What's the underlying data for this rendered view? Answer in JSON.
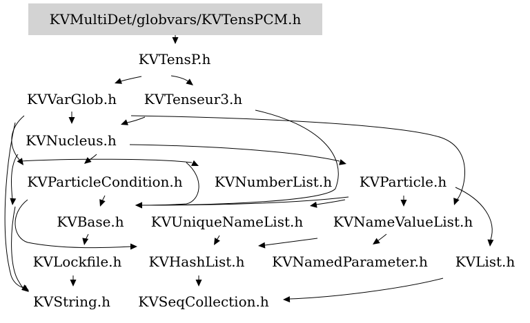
{
  "graph": {
    "root": "KVMultiDet/globvars/KVTensPCM.h",
    "nodes": [
      {
        "id": "root",
        "label": "KVMultiDet/globvars/KVTensPCM.h",
        "highlighted": true
      },
      {
        "id": "tensp",
        "label": "KVTensP.h"
      },
      {
        "id": "varglob",
        "label": "KVVarGlob.h"
      },
      {
        "id": "tenseur3",
        "label": "KVTenseur3.h"
      },
      {
        "id": "nucleus",
        "label": "KVNucleus.h"
      },
      {
        "id": "particlecondition",
        "label": "KVParticleCondition.h"
      },
      {
        "id": "numberlist",
        "label": "KVNumberList.h"
      },
      {
        "id": "particle",
        "label": "KVParticle.h"
      },
      {
        "id": "base",
        "label": "KVBase.h"
      },
      {
        "id": "uniquenamelist",
        "label": "KVUniqueNameList.h"
      },
      {
        "id": "namevaluelist",
        "label": "KVNameValueList.h"
      },
      {
        "id": "lockfile",
        "label": "KVLockfile.h"
      },
      {
        "id": "hashlist",
        "label": "KVHashList.h"
      },
      {
        "id": "namedparameter",
        "label": "KVNamedParameter.h"
      },
      {
        "id": "list",
        "label": "KVList.h"
      },
      {
        "id": "string",
        "label": "KVString.h"
      },
      {
        "id": "seqcollection",
        "label": "KVSeqCollection.h"
      }
    ],
    "edges": [
      [
        "root",
        "tensp"
      ],
      [
        "tensp",
        "varglob"
      ],
      [
        "tensp",
        "tenseur3"
      ],
      [
        "varglob",
        "nucleus"
      ],
      [
        "varglob",
        "namevaluelist"
      ],
      [
        "varglob",
        "particlecondition"
      ],
      [
        "varglob",
        "string"
      ],
      [
        "tenseur3",
        "nucleus"
      ],
      [
        "tenseur3",
        "base"
      ],
      [
        "nucleus",
        "particlecondition"
      ],
      [
        "nucleus",
        "numberlist"
      ],
      [
        "nucleus",
        "particle"
      ],
      [
        "nucleus",
        "string"
      ],
      [
        "particlecondition",
        "base"
      ],
      [
        "particlecondition",
        "hashlist"
      ],
      [
        "particlecondition",
        "string"
      ],
      [
        "numberlist",
        "base"
      ],
      [
        "particle",
        "base"
      ],
      [
        "particle",
        "uniquenamelist"
      ],
      [
        "particle",
        "namevaluelist"
      ],
      [
        "particle",
        "list"
      ],
      [
        "base",
        "lockfile"
      ],
      [
        "uniquenamelist",
        "hashlist"
      ],
      [
        "namevaluelist",
        "hashlist"
      ],
      [
        "namevaluelist",
        "namedparameter"
      ],
      [
        "lockfile",
        "string"
      ],
      [
        "hashlist",
        "seqcollection"
      ],
      [
        "list",
        "seqcollection"
      ]
    ]
  }
}
